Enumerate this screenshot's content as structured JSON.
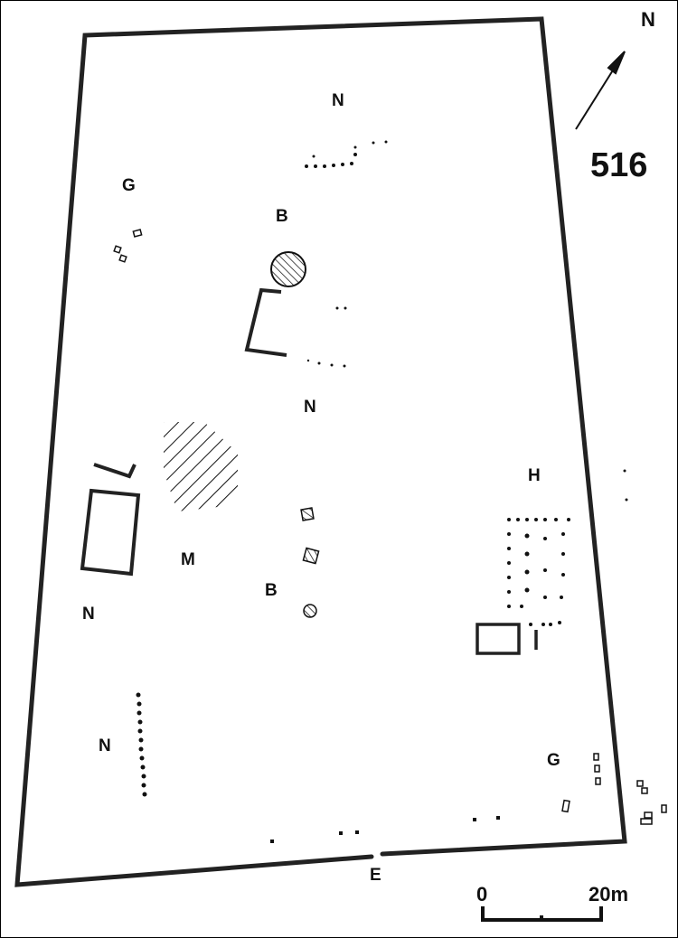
{
  "plan": {
    "number": "516",
    "north_label": "N",
    "entrance_label": "E",
    "area_labels": [
      {
        "id": "n-top",
        "text": "N"
      },
      {
        "id": "g-top-left",
        "text": "G"
      },
      {
        "id": "b-top",
        "text": "B"
      },
      {
        "id": "n-center",
        "text": "N"
      },
      {
        "id": "h-right",
        "text": "H"
      },
      {
        "id": "m-left",
        "text": "M"
      },
      {
        "id": "b-center",
        "text": "B"
      },
      {
        "id": "n-left",
        "text": "N"
      },
      {
        "id": "n-bottom-left",
        "text": "N"
      },
      {
        "id": "g-bottom-right",
        "text": "G"
      }
    ],
    "scale": {
      "start": "0",
      "end": "20m"
    }
  },
  "colors": {
    "ink": "#111111",
    "background": "#ffffff"
  }
}
